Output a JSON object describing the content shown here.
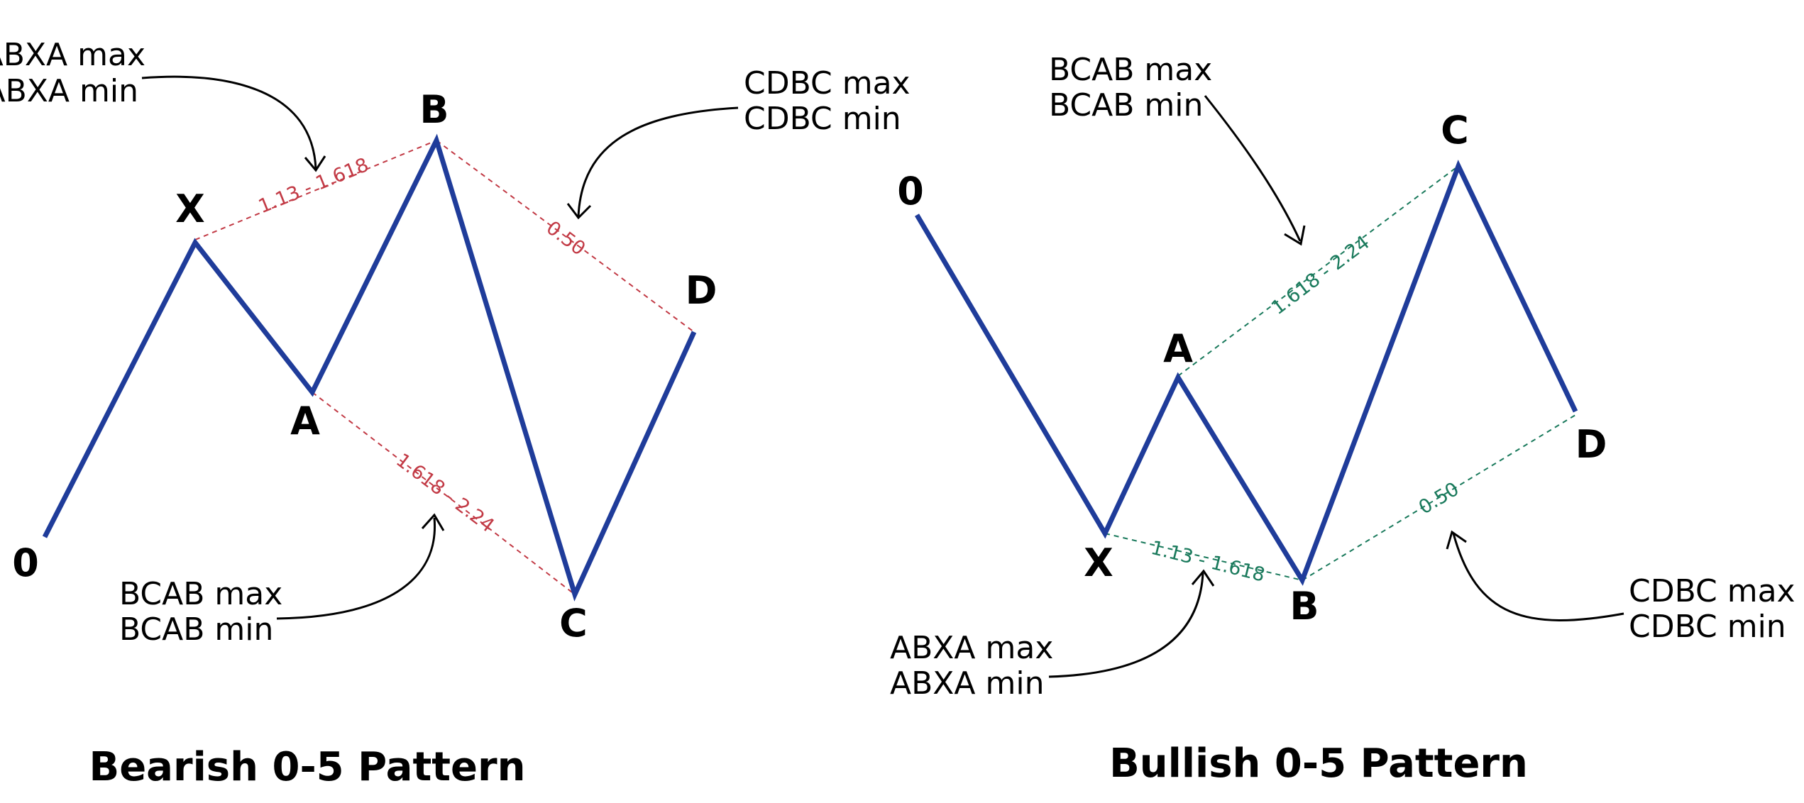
{
  "bearish": {
    "title": "Bearish 0-5 Pattern",
    "points": {
      "o": "0",
      "x": "X",
      "a": "A",
      "b": "B",
      "c": "C",
      "d": "D"
    },
    "ratios": {
      "xb": "1.13 - 1.618",
      "ac": "1.618 - 2.24",
      "bd": "0.50"
    },
    "notes": {
      "abxa_max": "ABXA max",
      "abxa_min": "ABXA min",
      "cdbc_max": "CDBC max",
      "cdbc_min": "CDBC min",
      "bcab_max": "BCAB max",
      "bcab_min": "BCAB min"
    },
    "line_color": "#1f3c9a",
    "ratio_color": "#c23a45"
  },
  "bullish": {
    "title": "Bullish 0-5 Pattern",
    "points": {
      "o": "0",
      "x": "X",
      "a": "A",
      "b": "B",
      "c": "C",
      "d": "D"
    },
    "ratios": {
      "ac": "1.618 - 2.24",
      "xb": "1.13 - 1.618",
      "bd": "0.50"
    },
    "notes": {
      "bcab_max": "BCAB max",
      "bcab_min": "BCAB min",
      "abxa_max": "ABXA max",
      "abxa_min": "ABXA min",
      "cdbc_max": "CDBC max",
      "cdbc_min": "CDBC min"
    },
    "line_color": "#1f3c9a",
    "ratio_color": "#1a7a5c"
  }
}
